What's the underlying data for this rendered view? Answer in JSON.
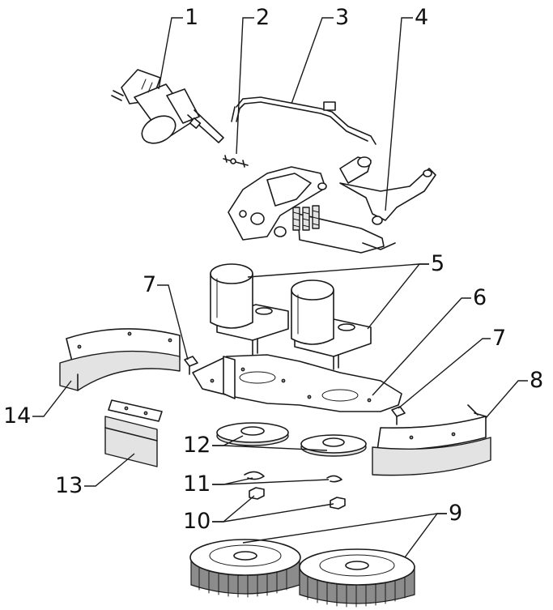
{
  "callouts": [
    {
      "id": "c1",
      "label": "1"
    },
    {
      "id": "c2",
      "label": "2"
    },
    {
      "id": "c3",
      "label": "3"
    },
    {
      "id": "c4",
      "label": "4"
    },
    {
      "id": "c5",
      "label": "5"
    },
    {
      "id": "c6",
      "label": "6"
    },
    {
      "id": "c7a",
      "label": "7"
    },
    {
      "id": "c7b",
      "label": "7"
    },
    {
      "id": "c8",
      "label": "8"
    },
    {
      "id": "c9",
      "label": "9"
    },
    {
      "id": "c10",
      "label": "10"
    },
    {
      "id": "c11",
      "label": "11"
    },
    {
      "id": "c12",
      "label": "12"
    },
    {
      "id": "c13",
      "label": "13"
    },
    {
      "id": "c14",
      "label": "14"
    }
  ],
  "colors": {
    "line": "#1a1a1a",
    "background": "#ffffff",
    "shade": "#e3e3e3"
  }
}
